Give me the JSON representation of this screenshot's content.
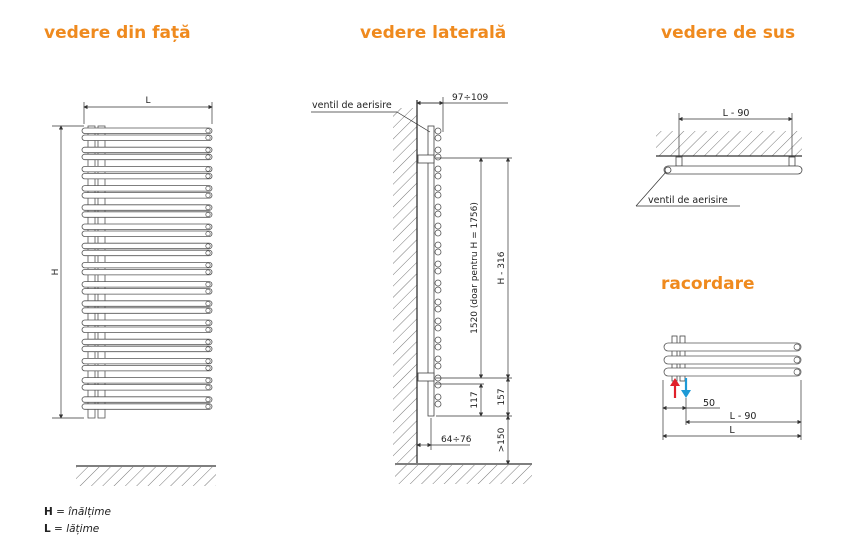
{
  "views": {
    "front": {
      "title": "vedere din față",
      "dim_width": "L",
      "dim_height": "H"
    },
    "side": {
      "title": "vedere laterală",
      "vent_label": "ventil de aerisire",
      "dim_top": "97÷109",
      "dim_h316": "H - 316",
      "dim_1520": "1520 (doar pentru H = 1756)",
      "dim_117": "117",
      "dim_157": "157",
      "dim_bottom": "64÷76",
      "dim_floor": ">150"
    },
    "top": {
      "title": "vedere de sus",
      "dim": "L - 90",
      "vent_label": "ventil de aerisire"
    },
    "connections": {
      "title": "racordare",
      "dim_50": "50",
      "dim_l90": "L - 90",
      "dim_l": "L"
    }
  },
  "legend": [
    {
      "symbol": "H",
      "text": "înălțime"
    },
    {
      "symbol": "L",
      "text": "lățime"
    }
  ],
  "colors": {
    "accent": "#ef8a1e",
    "supply_arrow": "#e0202a",
    "return_arrow": "#1e9ad6"
  }
}
